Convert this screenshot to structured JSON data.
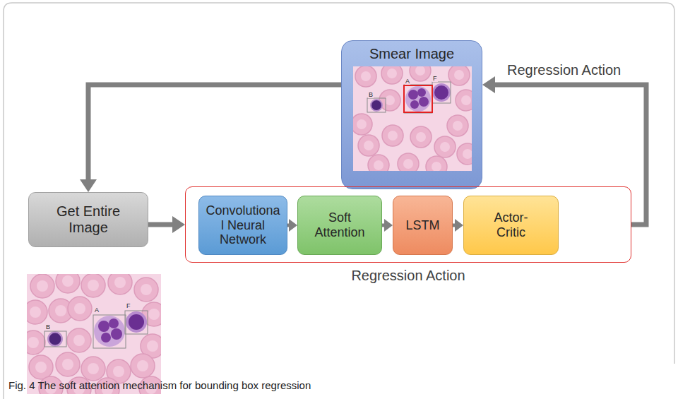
{
  "diagram": {
    "caption": "Fig. 4 The soft attention mechanism for bounding box regression",
    "nodes": [
      {
        "text": [
          "Smear Image"
        ]
      },
      {
        "text": [
          "Get Entire Image"
        ]
      },
      {
        "text": [
          "Regression Action"
        ]
      },
      {
        "text": [
          "Convolutiona l Neural Network"
        ],
        "in": 2
      },
      {
        "text": [
          "Soft Attention"
        ],
        "in": 2
      },
      {
        "text": [
          "LSTM"
        ],
        "in": 2
      },
      {
        "text": [
          "Actor- Critic"
        ],
        "in": 2
      }
    ],
    "edges": [
      {
        "from": 0,
        "to": 1,
        "arrow": "to"
      },
      {
        "from": 1,
        "to": 2,
        "arrow": "to"
      },
      {
        "from": 3,
        "to": 4,
        "arrow": "to"
      },
      {
        "from": 4,
        "to": 5,
        "arrow": "to"
      },
      {
        "from": 5,
        "to": 6,
        "arrow": "to"
      },
      {
        "from": 2,
        "to": 0,
        "arrow": "to",
        "label": "Regression Action"
      }
    ],
    "labels": [
      "B",
      "A",
      "F",
      "B",
      "A",
      "F"
    ]
  }
}
